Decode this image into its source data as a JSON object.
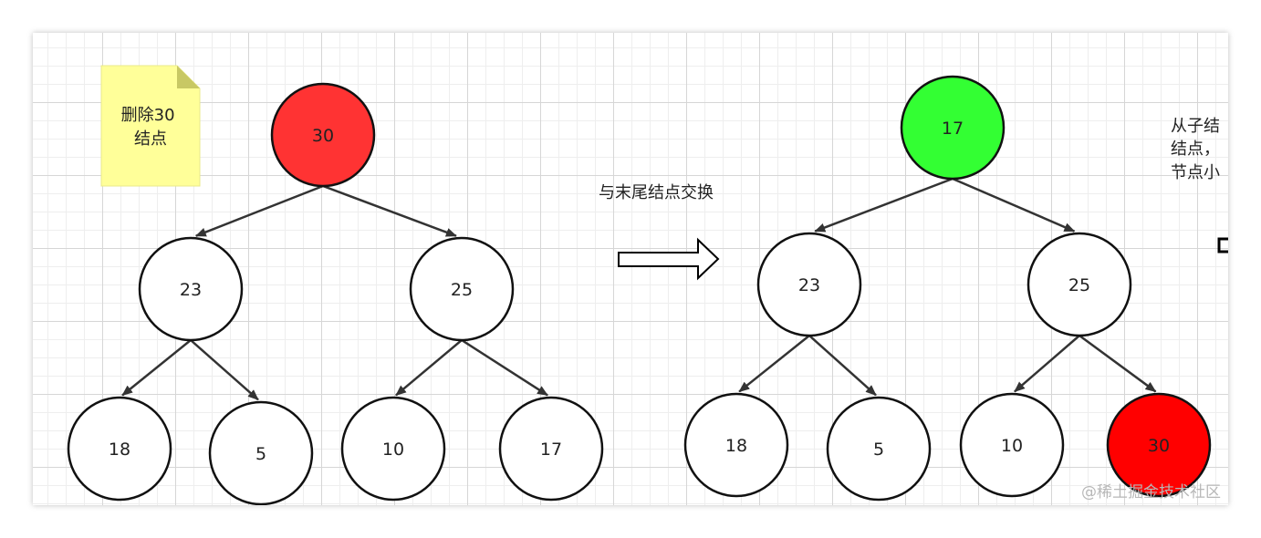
{
  "note": {
    "lines": [
      "删除30",
      "结点"
    ]
  },
  "caption": "与末尾结点交换",
  "side_text": [
    "从子结",
    "结点，",
    "节点小"
  ],
  "trees": [
    {
      "nodes": [
        {
          "id": "n30",
          "label": "30",
          "fill": "#ff3333"
        },
        {
          "id": "n23",
          "label": "23",
          "fill": "#ffffff"
        },
        {
          "id": "n25",
          "label": "25",
          "fill": "#ffffff"
        },
        {
          "id": "n18",
          "label": "18",
          "fill": "#ffffff"
        },
        {
          "id": "n5",
          "label": "5",
          "fill": "#ffffff"
        },
        {
          "id": "n10",
          "label": "10",
          "fill": "#ffffff"
        },
        {
          "id": "n17",
          "label": "17",
          "fill": "#ffffff"
        }
      ],
      "edges": [
        [
          "n30",
          "n23"
        ],
        [
          "n30",
          "n25"
        ],
        [
          "n23",
          "n18"
        ],
        [
          "n23",
          "n5"
        ],
        [
          "n25",
          "n10"
        ],
        [
          "n25",
          "n17"
        ]
      ]
    },
    {
      "nodes": [
        {
          "id": "m17",
          "label": "17",
          "fill": "#33ff33"
        },
        {
          "id": "m23",
          "label": "23",
          "fill": "#ffffff"
        },
        {
          "id": "m25",
          "label": "25",
          "fill": "#ffffff"
        },
        {
          "id": "m18",
          "label": "18",
          "fill": "#ffffff"
        },
        {
          "id": "m5",
          "label": "5",
          "fill": "#ffffff"
        },
        {
          "id": "m10",
          "label": "10",
          "fill": "#ffffff"
        },
        {
          "id": "m30",
          "label": "30",
          "fill": "#ff0000"
        }
      ],
      "edges": [
        [
          "m17",
          "m23"
        ],
        [
          "m17",
          "m25"
        ],
        [
          "m23",
          "m18"
        ],
        [
          "m23",
          "m5"
        ],
        [
          "m25",
          "m10"
        ],
        [
          "m25",
          "m30"
        ]
      ]
    }
  ],
  "watermark": "@稀土掘金技术社区",
  "colors": {
    "node_stroke": "#111111",
    "edge": "#333333",
    "note_fill": "#ffff99",
    "note_fold": "#c8c864"
  }
}
